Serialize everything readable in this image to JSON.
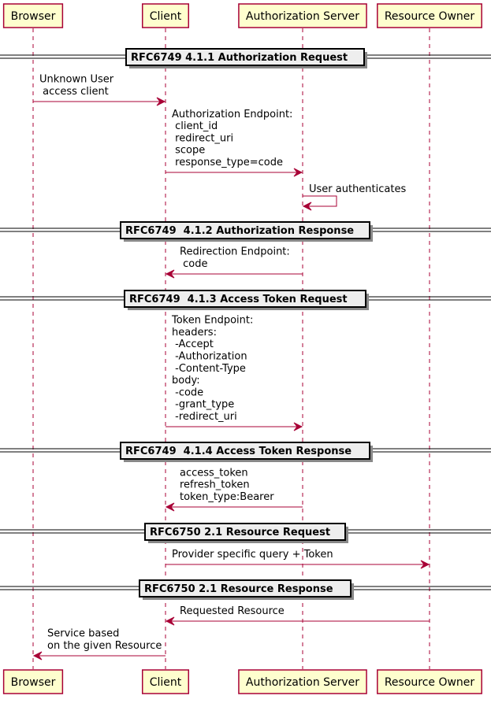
{
  "participants": [
    {
      "id": "browser",
      "label": "Browser"
    },
    {
      "id": "client",
      "label": "Client"
    },
    {
      "id": "authserver",
      "label": "Authorization Server"
    },
    {
      "id": "owner",
      "label": "Resource Owner"
    }
  ],
  "dividers": [
    {
      "id": "auth-request",
      "label": "RFC6749 4.1.1 Authorization Request"
    },
    {
      "id": "auth-response",
      "label": "RFC6749  4.1.2 Authorization Response"
    },
    {
      "id": "token-request",
      "label": "RFC6749  4.1.3 Access Token Request"
    },
    {
      "id": "token-response",
      "label": "RFC6749  4.1.4 Access Token Response"
    },
    {
      "id": "resource-request",
      "label": "RFC6750 2.1 Resource Request"
    },
    {
      "id": "resource-response",
      "label": "RFC6750 2.1 Resource Response"
    }
  ],
  "messages": [
    {
      "id": "unknown-user",
      "from": "browser",
      "to": "client",
      "lines": [
        "Unknown User",
        " access client"
      ]
    },
    {
      "id": "authorization-endpoint",
      "from": "client",
      "to": "authserver",
      "lines": [
        "Authorization Endpoint:",
        " client_id",
        " redirect_uri",
        " scope",
        " response_type=code"
      ]
    },
    {
      "id": "user-authenticates",
      "from": "authserver",
      "to": "authserver",
      "lines": [
        "User authenticates"
      ]
    },
    {
      "id": "redirection-endpoint",
      "from": "authserver",
      "to": "client",
      "lines": [
        "Redirection Endpoint:",
        " code"
      ]
    },
    {
      "id": "token-endpoint",
      "from": "client",
      "to": "authserver",
      "lines": [
        "Token Endpoint:",
        "headers:",
        " -Accept",
        " -Authorization",
        " -Content-Type",
        "body:",
        " -code",
        " -grant_type",
        " -redirect_uri"
      ]
    },
    {
      "id": "access-token",
      "from": "authserver",
      "to": "client",
      "lines": [
        "access_token",
        "refresh_token",
        "token_type:Bearer"
      ]
    },
    {
      "id": "provider-query",
      "from": "client",
      "to": "owner",
      "lines": [
        "Provider specific query + Token"
      ]
    },
    {
      "id": "requested-resource",
      "from": "owner",
      "to": "client",
      "lines": [
        "Requested Resource"
      ]
    },
    {
      "id": "service-based",
      "from": "client",
      "to": "browser",
      "lines": [
        "Service based",
        "on the given Resource"
      ]
    }
  ],
  "sequence": [
    {
      "type": "divider",
      "ref": "auth-request"
    },
    {
      "type": "message",
      "ref": "unknown-user"
    },
    {
      "type": "message",
      "ref": "authorization-endpoint"
    },
    {
      "type": "message",
      "ref": "user-authenticates"
    },
    {
      "type": "divider",
      "ref": "auth-response"
    },
    {
      "type": "message",
      "ref": "redirection-endpoint"
    },
    {
      "type": "divider",
      "ref": "token-request"
    },
    {
      "type": "message",
      "ref": "token-endpoint"
    },
    {
      "type": "divider",
      "ref": "token-response"
    },
    {
      "type": "message",
      "ref": "access-token"
    },
    {
      "type": "divider",
      "ref": "resource-request"
    },
    {
      "type": "message",
      "ref": "provider-query"
    },
    {
      "type": "divider",
      "ref": "resource-response"
    },
    {
      "type": "message",
      "ref": "requested-resource"
    },
    {
      "type": "message",
      "ref": "service-based"
    }
  ],
  "colors": {
    "participant_fill": "#FEFECE",
    "line": "#A80036",
    "divider_fill": "#EEEEEE"
  }
}
